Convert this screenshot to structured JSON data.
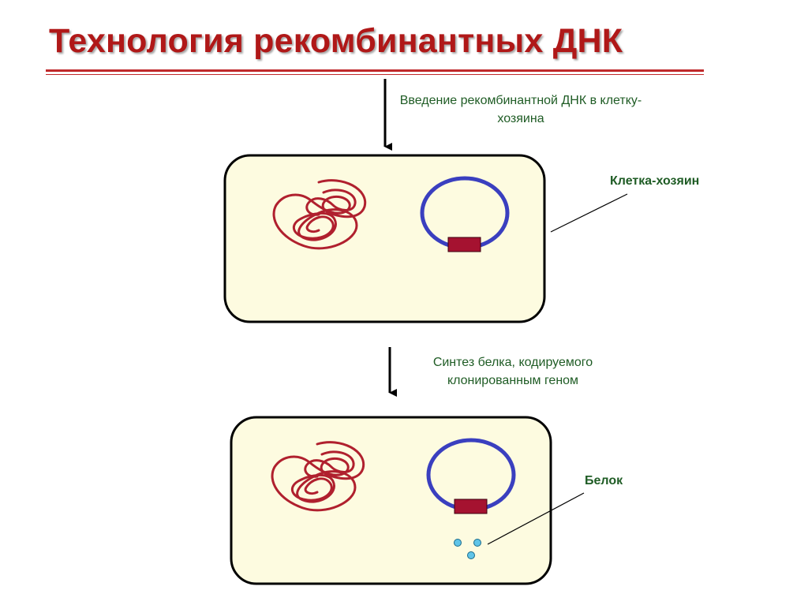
{
  "title": "Технология рекомбинантных ДНК",
  "steps": [
    {
      "caption": "Введение рекомбинантной ДНК в клетку-хозяина"
    },
    {
      "caption": "Синтез белка, кодируемого клонированным геном"
    }
  ],
  "labels": {
    "host_cell": "Клетка-хозяин",
    "protein": "Белок"
  },
  "colors": {
    "title": "#b01818",
    "title_rule": "#c0292b",
    "caption_text": "#1f5c25",
    "cell_fill": "#fdfbe0",
    "cell_border": "#000000",
    "chromosome": "#b0202e",
    "plasmid": "#3a3fbf",
    "gene_insert": "#a51230",
    "protein": "#5fc4e8"
  },
  "icons": {
    "chromosome": "coiled-chromosome-icon",
    "plasmid": "plasmid-ring-icon",
    "gene": "gene-insert-icon",
    "protein": "protein-molecule-icon",
    "arrow": "arrow-down-icon"
  }
}
